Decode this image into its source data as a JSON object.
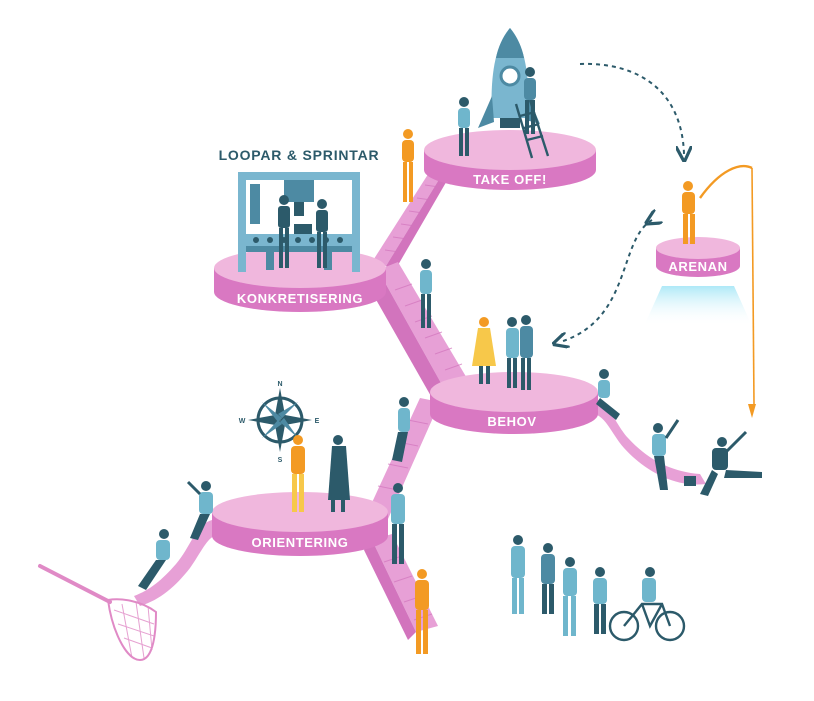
{
  "title": "LOOPAR & SPRINTAR",
  "stages": {
    "takeoff": "TAKE OFF!",
    "konkretisering": "KONKRETISERING",
    "behov": "BEHOV",
    "orientering": "ORIENTERING",
    "arenan": "ARENAN"
  },
  "compass": {
    "n": "N",
    "e": "E",
    "s": "S",
    "w": "W"
  },
  "colors": {
    "platform_top": "#f0b7dd",
    "platform_side": "#d978c2",
    "stairs": "#e7a0d6",
    "teal": "#2c5a6a",
    "arena_top": "#6fd1ea",
    "person_orange": "#f39a23",
    "person_blue": "#6fb6cc"
  }
}
